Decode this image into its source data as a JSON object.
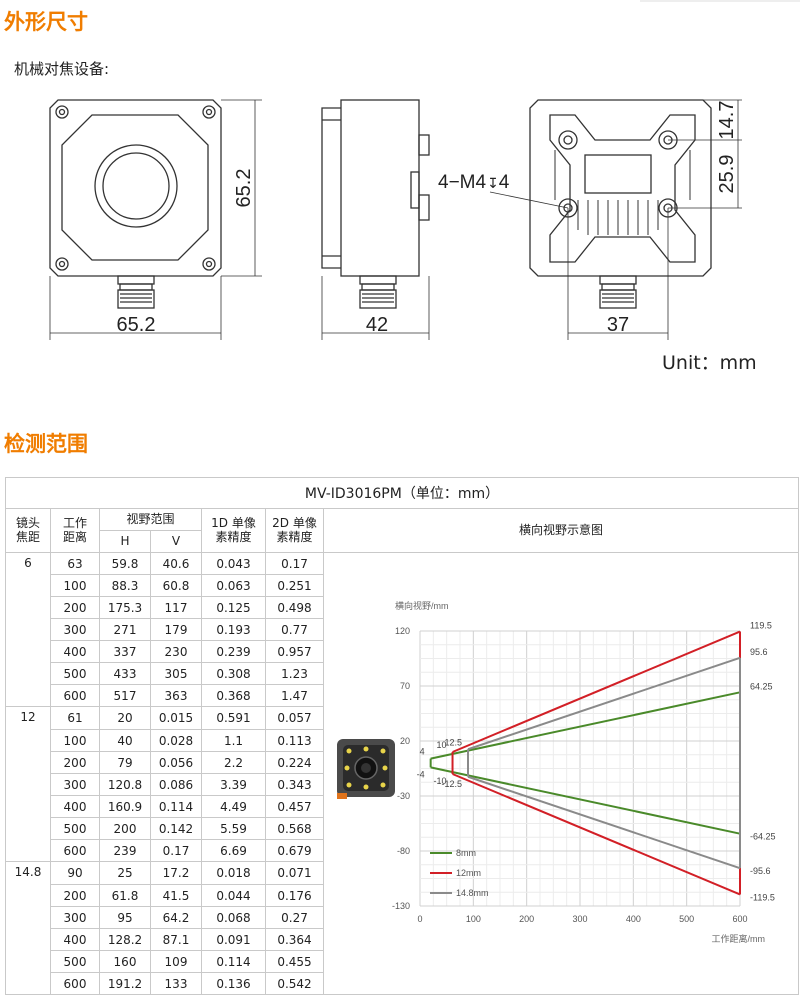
{
  "page": {
    "title1": "外形尺寸",
    "subtitle": "机械对焦设备:",
    "unit": "Unit：mm",
    "title2": "检测范围"
  },
  "drawing": {
    "front_width": "65.2",
    "front_height": "65.2",
    "side_depth": "42",
    "rear_hole_x": "37",
    "rear_top": "14.7",
    "rear_hole_y": "25.9",
    "thread": "4−M4",
    "thread_depth": "4"
  },
  "table": {
    "caption": "MV-ID3016PM（单位：mm）",
    "headers": {
      "focal": [
        "镜头",
        "焦距"
      ],
      "distance": [
        "工作",
        "距离"
      ],
      "fov": "视野范围",
      "h": "H",
      "v": "V",
      "acc1d": [
        "1D 单像",
        "素精度"
      ],
      "acc2d": [
        "2D 单像",
        "素精度"
      ],
      "diagram": "横向视野示意图"
    },
    "groups": [
      {
        "focal": "6",
        "rows": [
          [
            "63",
            "59.8",
            "40.6",
            "0.043",
            "0.17"
          ],
          [
            "100",
            "88.3",
            "60.8",
            "0.063",
            "0.251"
          ],
          [
            "200",
            "175.3",
            "117",
            "0.125",
            "0.498"
          ],
          [
            "300",
            "271",
            "179",
            "0.193",
            "0.77"
          ],
          [
            "400",
            "337",
            "230",
            "0.239",
            "0.957"
          ],
          [
            "500",
            "433",
            "305",
            "0.308",
            "1.23"
          ],
          [
            "600",
            "517",
            "363",
            "0.368",
            "1.47"
          ]
        ]
      },
      {
        "focal": "12",
        "rows": [
          [
            "61",
            "20",
            "0.015",
            "0.591",
            "0.057"
          ],
          [
            "100",
            "40",
            "0.028",
            "1.1",
            "0.113"
          ],
          [
            "200",
            "79",
            "0.056",
            "2.2",
            "0.224"
          ],
          [
            "300",
            "120.8",
            "0.086",
            "3.39",
            "0.343"
          ],
          [
            "400",
            "160.9",
            "0.114",
            "4.49",
            "0.457"
          ],
          [
            "500",
            "200",
            "0.142",
            "5.59",
            "0.568"
          ],
          [
            "600",
            "239",
            "0.17",
            "6.69",
            "0.679"
          ]
        ]
      },
      {
        "focal": "14.8",
        "rows": [
          [
            "90",
            "25",
            "17.2",
            "0.018",
            "0.071"
          ],
          [
            "200",
            "61.8",
            "41.5",
            "0.044",
            "0.176"
          ],
          [
            "300",
            "95",
            "64.2",
            "0.068",
            "0.27"
          ],
          [
            "400",
            "128.2",
            "87.1",
            "0.091",
            "0.364"
          ],
          [
            "500",
            "160",
            "109",
            "0.114",
            "0.455"
          ],
          [
            "600",
            "191.2",
            "133",
            "0.136",
            "0.542"
          ]
        ]
      }
    ]
  },
  "chart_data": {
    "type": "line",
    "ylabel": "横向视野/mm",
    "xlabel": "工作距离/mm",
    "xlim": [
      0,
      600
    ],
    "ylim": [
      -130,
      120
    ],
    "xticks": [
      "0",
      "100",
      "200",
      "300",
      "400",
      "500",
      "600"
    ],
    "yticks": [
      "120",
      "70",
      "20",
      "-30",
      "-80",
      "-130"
    ],
    "series": [
      {
        "name": "8mm",
        "color": "#4a8a2a",
        "start": [
          20,
          4
        ],
        "end": [
          600,
          64.25
        ],
        "start_label": "4",
        "end_label": "64.25",
        "bottom_start_label": "-4",
        "bottom_end_label": "-64.25"
      },
      {
        "name": "12mm",
        "color": "#d21f26",
        "start": [
          61,
          10
        ],
        "end": [
          600,
          119.5
        ],
        "start_label": "10",
        "end_label": "119.5",
        "bottom_start_label": "-10",
        "bottom_end_label": "-119.5"
      },
      {
        "name": "14.8mm",
        "color": "#8a8a8a",
        "start": [
          90,
          12.5
        ],
        "end": [
          600,
          95.6
        ],
        "start_label": "12.5",
        "end_label": "95.6",
        "bottom_start_label": "-12.5",
        "bottom_end_label": "-95.6"
      }
    ],
    "grid": true,
    "legend": "bottom-left"
  }
}
